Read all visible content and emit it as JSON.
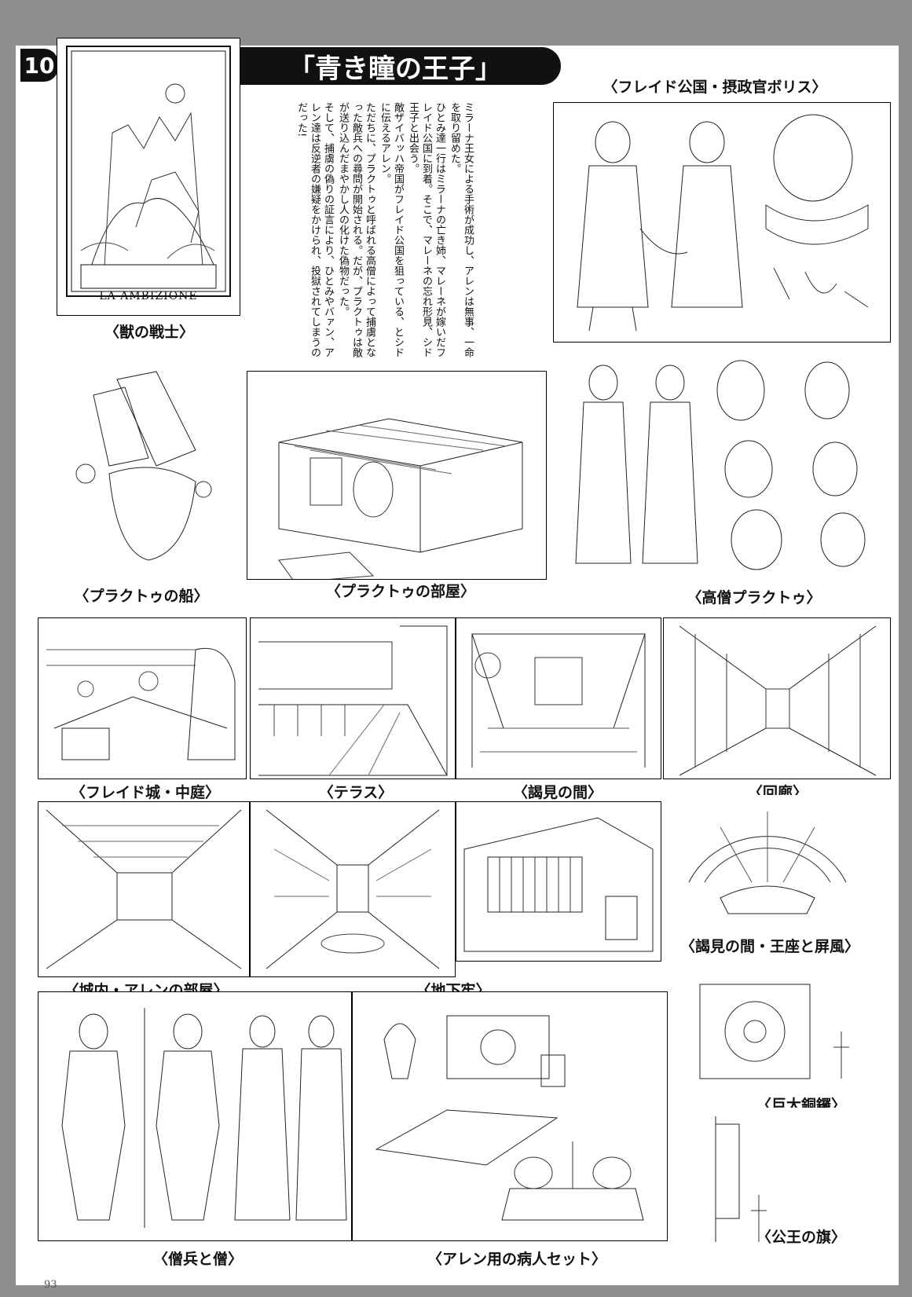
{
  "header": {
    "number": "10",
    "title": "「青き瞳の王子」"
  },
  "story": {
    "paragraphs": [
      "ミラーナ王女による手術が成功し、アレンは無事、一命を取り留めた。",
      "ひとみ達一行はミラーナの亡き姉、マレーネが嫁いだフレイド公国に到着。そこで、マレーネの忘れ形見、シド王子と出会う。",
      "敵ザイバッハ帝国がフレイド公国を狙っている、とシドに伝えるアレン。",
      "ただちに、プラクトゥと呼ばれる高僧によって捕虜となった敵兵への尋問が開始される。だが、プラクトゥは敵が送り込んだまやかし人の化けた偽物だった。",
      "そして、捕虜の偽りの証言により、ひとみやバァン、アレン達は反逆者の嫌疑をかけられ、投獄されてしまうのだった!"
    ]
  },
  "card": {
    "title": "LA AMBIZIONE"
  },
  "captions": {
    "beast_warrior": "〈獣の戦士〉",
    "boris": "〈フレイド公国・摂政官ボリス〉",
    "ship": "〈プラクトゥの船〉",
    "room": "〈プラクトゥの部屋〉",
    "monk": "〈高僧プラクトゥ〉",
    "courtyard": "〈フレイド城・中庭〉",
    "terrace": "〈テラス〉",
    "audience": "〈謁見の間〉",
    "corridor": "〈回廊〉",
    "allen_room": "〈城内・アレンの部屋〉",
    "dungeon": "〈地下牢〉",
    "throne": "〈謁見の間・王座と屏風〉",
    "gong": "〈巨大銅鑼〉",
    "soldiers": "〈僧兵と僧〉",
    "sickbed": "〈アレン用の病人セット〉",
    "flag": "〈公王の旗〉"
  },
  "page_number": "93"
}
